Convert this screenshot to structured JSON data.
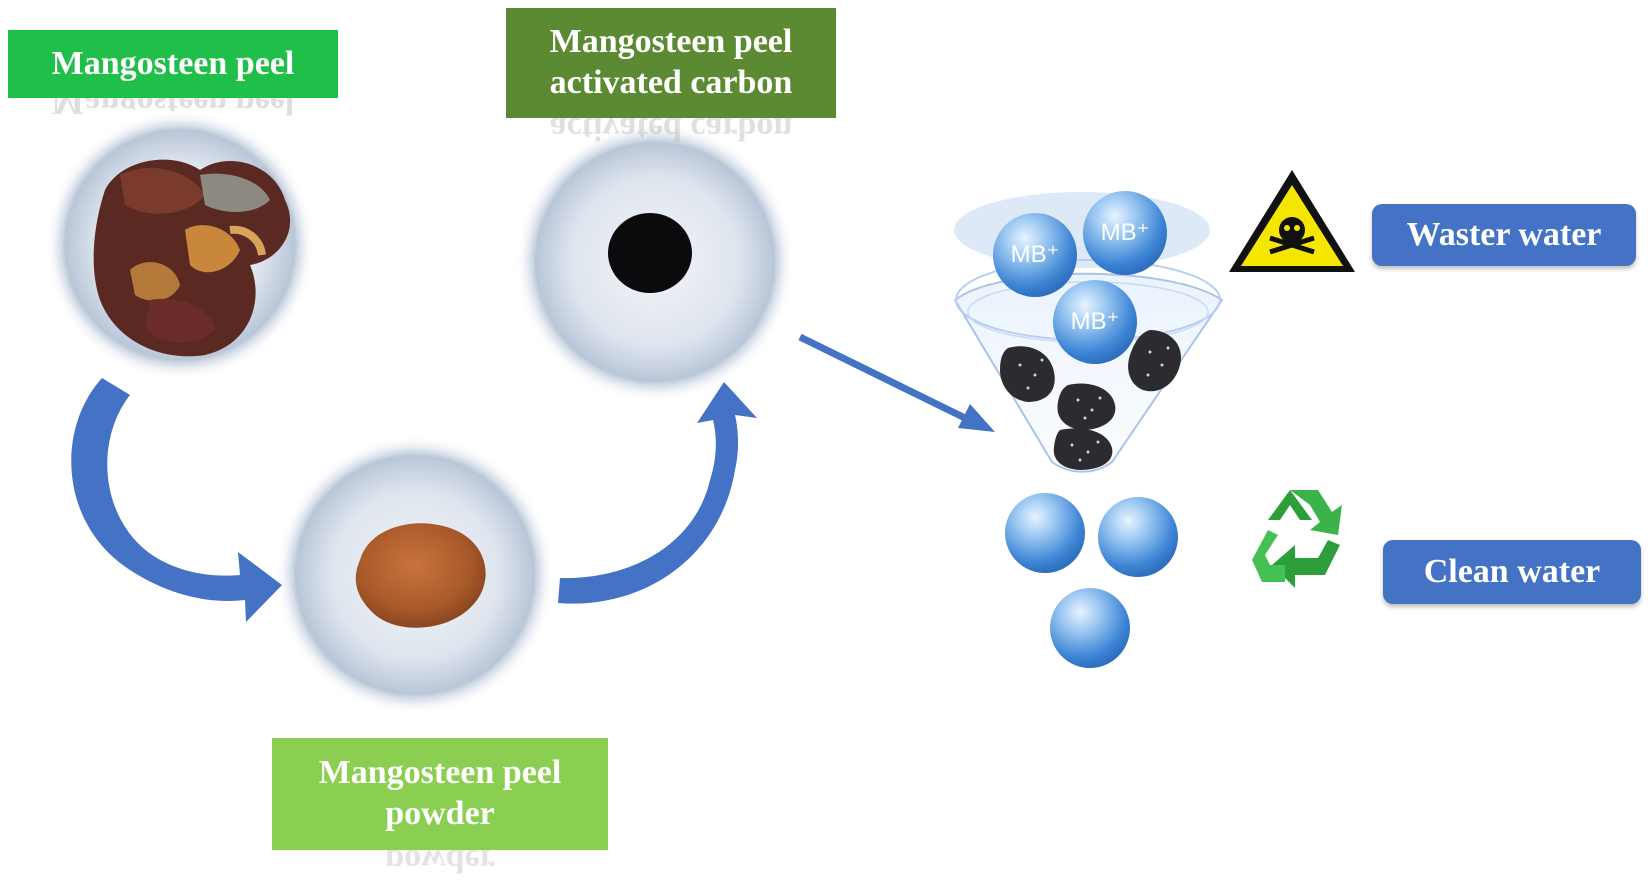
{
  "labels": {
    "peel": "Mangosteen peel",
    "carbon_line1": "Mangosteen peel",
    "carbon_line2": "activated carbon",
    "powder_line1": "Mangosteen peel",
    "powder_line2": "powder"
  },
  "ions": [
    "MB⁺",
    "MB⁺",
    "MB⁺"
  ],
  "outputs": {
    "waste": "Waster water",
    "clean": "Clean water"
  },
  "icons": {
    "hazard": "biohazard-warning-icon",
    "recycle": "recycle-icon"
  },
  "colors": {
    "peel_label": "#1fbf4a",
    "carbon_label": "#5b8a33",
    "powder_label": "#8bcf52",
    "arrow": "#4472c4",
    "pill": "#4472c4",
    "bubble": "#5b9bd5"
  }
}
